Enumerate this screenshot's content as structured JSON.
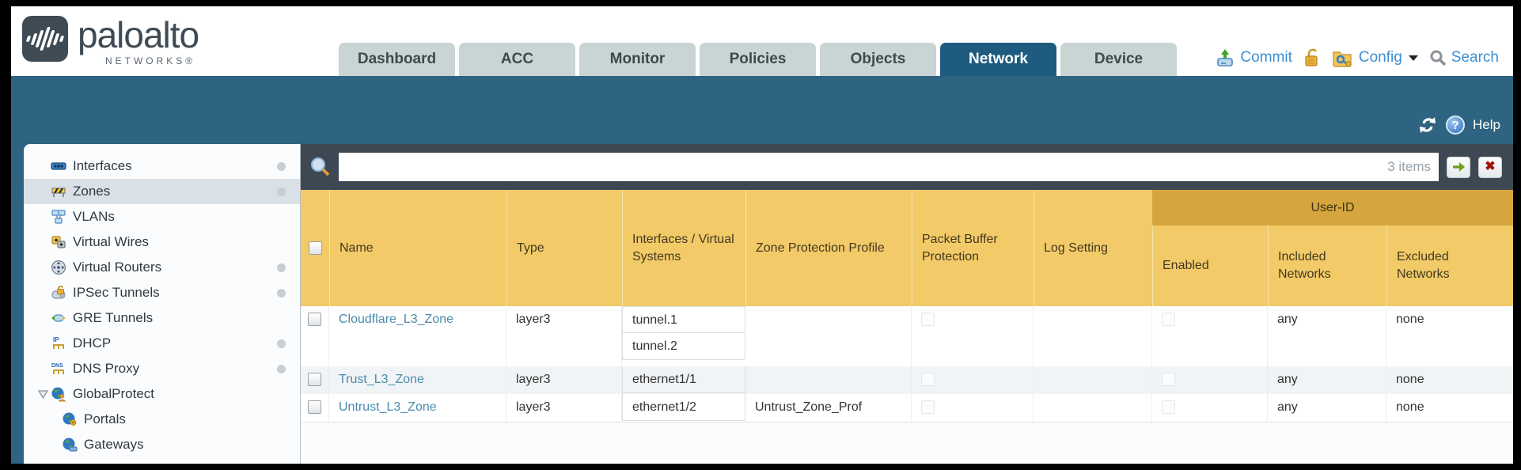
{
  "brand": {
    "name": "paloalto",
    "subtitle": "NETWORKS®"
  },
  "nav": {
    "tabs": [
      {
        "label": "Dashboard",
        "active": false
      },
      {
        "label": "ACC",
        "active": false
      },
      {
        "label": "Monitor",
        "active": false
      },
      {
        "label": "Policies",
        "active": false
      },
      {
        "label": "Objects",
        "active": false
      },
      {
        "label": "Network",
        "active": true
      },
      {
        "label": "Device",
        "active": false
      }
    ],
    "commit_label": "Commit",
    "config_label": "Config",
    "search_label": "Search"
  },
  "toolbar": {
    "help_label": "Help"
  },
  "icons": {
    "help_glyph": "?",
    "clear_glyph": "✖"
  },
  "sidebar": {
    "items": [
      {
        "label": "Interfaces",
        "has_dot": true
      },
      {
        "label": "Zones",
        "has_dot": true,
        "selected": true
      },
      {
        "label": "VLANs",
        "has_dot": false
      },
      {
        "label": "Virtual Wires",
        "has_dot": false
      },
      {
        "label": "Virtual Routers",
        "has_dot": true
      },
      {
        "label": "IPSec Tunnels",
        "has_dot": true
      },
      {
        "label": "GRE Tunnels",
        "has_dot": false
      },
      {
        "label": "DHCP",
        "has_dot": true
      },
      {
        "label": "DNS Proxy",
        "has_dot": true
      },
      {
        "label": "GlobalProtect",
        "has_dot": false,
        "expanded": true
      },
      {
        "label": "Portals",
        "has_dot": false,
        "child": true
      },
      {
        "label": "Gateways",
        "has_dot": false,
        "child": true
      }
    ]
  },
  "filter": {
    "value": "",
    "count_label": "3 items"
  },
  "table": {
    "user_id_group_label": "User-ID",
    "columns": {
      "name": "Name",
      "type": "Type",
      "interfaces": "Interfaces / Virtual Systems",
      "zone_protection_profile": "Zone Protection Profile",
      "packet_buffer_protection": "Packet Buffer Protection",
      "log_setting": "Log Setting",
      "enabled": "Enabled",
      "included_networks": "Included Networks",
      "excluded_networks": "Excluded Networks"
    },
    "rows": [
      {
        "name": "Cloudflare_L3_Zone",
        "type": "layer3",
        "interface_1": "tunnel.1",
        "interface_2": "tunnel.2",
        "zone_protection_profile": "",
        "log_setting": "",
        "included_networks": "any",
        "excluded_networks": "none"
      },
      {
        "name": "Trust_L3_Zone",
        "type": "layer3",
        "interface_1": "ethernet1/1",
        "zone_protection_profile": "",
        "log_setting": "",
        "included_networks": "any",
        "excluded_networks": "none"
      },
      {
        "name": "Untrust_L3_Zone",
        "type": "layer3",
        "interface_1": "ethernet1/2",
        "zone_protection_profile": "Untrust_Zone_Prof",
        "log_setting": "",
        "included_networks": "any",
        "excluded_networks": "none"
      }
    ]
  },
  "colors": {
    "band_teal": "#2e6381",
    "active_tab": "#1f5b7e",
    "filter_strip": "#3d4852",
    "table_header_gold": "#f2ca68",
    "user_id_group_gold": "#d5a63e",
    "link_blue": "#4a8bad",
    "utility_blue": "#3f8fd2"
  }
}
